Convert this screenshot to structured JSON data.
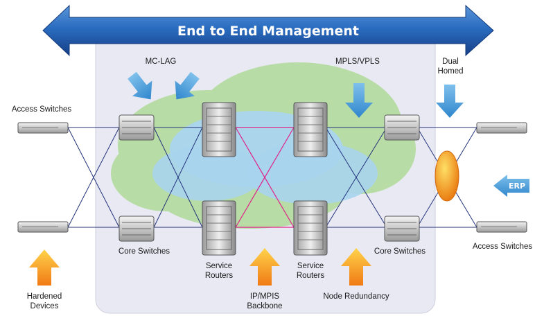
{
  "banner": {
    "title": "End to End Management"
  },
  "labels": {
    "mc_lag": "MC-LAG",
    "mpls_vpls": "MPLS/VPLS",
    "dual_homed_1": "Dual",
    "dual_homed_2": "Homed",
    "access_switches_left": "Access Switches",
    "access_switches_right": "Access Switches",
    "core_switches_left": "Core Switches",
    "core_switches_right": "Core Switches",
    "service_routers_left_1": "Service",
    "service_routers_left_2": "Routers",
    "service_routers_right_1": "Service",
    "service_routers_right_2": "Routers",
    "hardened_1": "Hardened",
    "hardened_2": "Devices",
    "backbone_1": "IP/MPIS",
    "backbone_2": "Backbone",
    "node_redundancy": "Node Redundancy",
    "erp": "ERP"
  },
  "colors": {
    "banner_blue": "#1f5fb0",
    "callout_blue": "#4da3de",
    "callout_orange": "#f39a1f",
    "link_blue": "#23327a",
    "link_magenta": "#e0218a",
    "cloud_green": "#b9dca4",
    "cloud_blue": "#a9d4ee",
    "panel": "#e9eaf3",
    "ring_orange": "#f39c12"
  }
}
